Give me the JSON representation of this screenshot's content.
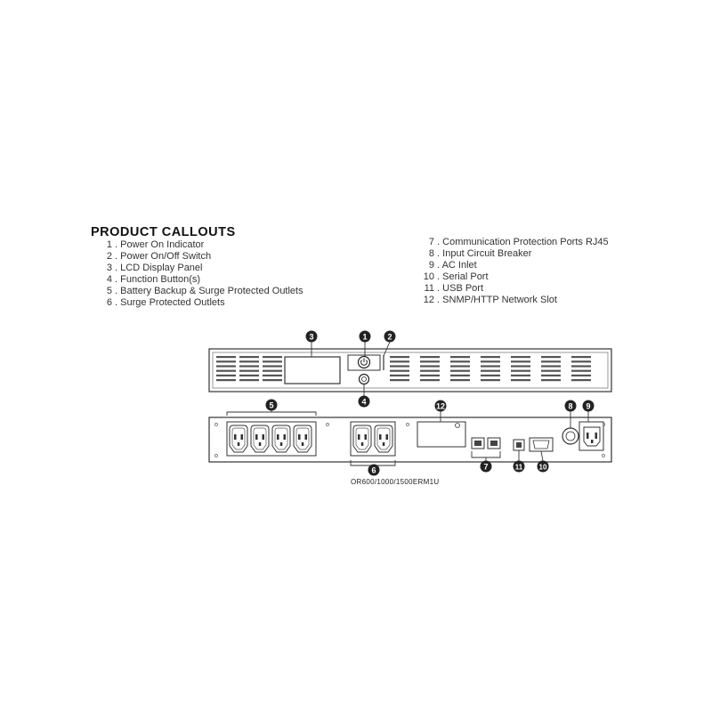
{
  "heading": "PRODUCT CALLOUTS",
  "callouts_left": [
    {
      "num": "1",
      "label": "Power On Indicator"
    },
    {
      "num": "2",
      "label": "Power On/Off Switch"
    },
    {
      "num": "3",
      "label": "LCD Display Panel"
    },
    {
      "num": "4",
      "label": "Function Button(s)"
    },
    {
      "num": "5",
      "label": "Battery Backup & Surge Protected Outlets"
    },
    {
      "num": "6",
      "label": "Surge Protected Outlets"
    }
  ],
  "callouts_right": [
    {
      "num": "7",
      "label": "Communication Protection Ports RJ45"
    },
    {
      "num": "8",
      "label": "Input Circuit Breaker"
    },
    {
      "num": "9",
      "label": "AC Inlet"
    },
    {
      "num": "10",
      "label": "Serial Port"
    },
    {
      "num": "11",
      "label": "USB Port"
    },
    {
      "num": "12",
      "label": "SNMP/HTTP Network Slot"
    }
  ],
  "model_label": "OR600/1000/1500ERM1U",
  "diagram_markers": [
    "1",
    "2",
    "3",
    "4",
    "5",
    "6",
    "7",
    "8",
    "9",
    "10",
    "11",
    "12"
  ]
}
